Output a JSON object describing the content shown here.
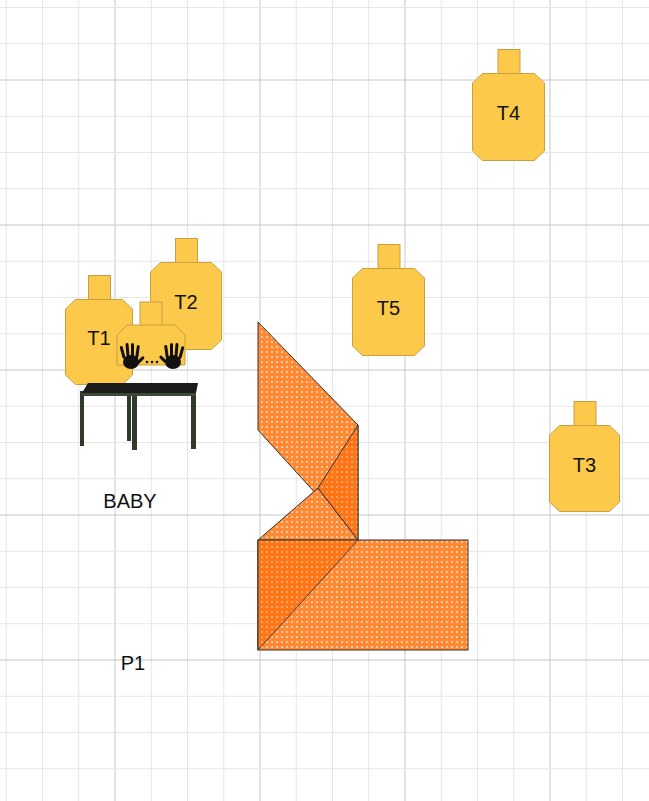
{
  "diagram": {
    "nodes": [
      {
        "text": [
          "T4"
        ]
      },
      {
        "text": [
          "T2"
        ]
      },
      {
        "text": [
          "T5"
        ]
      },
      {
        "text": [
          "T1"
        ]
      },
      {
        "text": [
          "T3"
        ]
      }
    ],
    "labels": [
      "BABY",
      "P1"
    ]
  }
}
